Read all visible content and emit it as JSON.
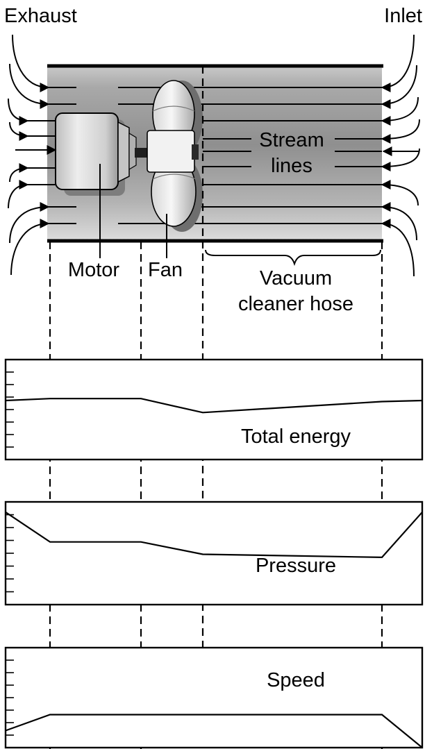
{
  "labels": {
    "exhaust": "Exhaust",
    "inlet": "Inlet",
    "stream_line1": "Stream",
    "stream_line2": "lines",
    "motor": "Motor",
    "fan": "Fan",
    "hose_line1": "Vacuum",
    "hose_line2": "cleaner hose"
  },
  "chart_data": [
    {
      "type": "line",
      "title": "Total energy",
      "y": [
        0.59,
        0.61,
        0.61,
        0.47,
        0.58,
        0.59
      ]
    },
    {
      "type": "line",
      "title": "Pressure",
      "y": [
        0.9,
        0.61,
        0.61,
        0.49,
        0.46,
        0.9
      ]
    },
    {
      "type": "line",
      "title": "Speed",
      "y": [
        0.17,
        0.33,
        0.33,
        0.33,
        0.33,
        0.0
      ]
    }
  ]
}
